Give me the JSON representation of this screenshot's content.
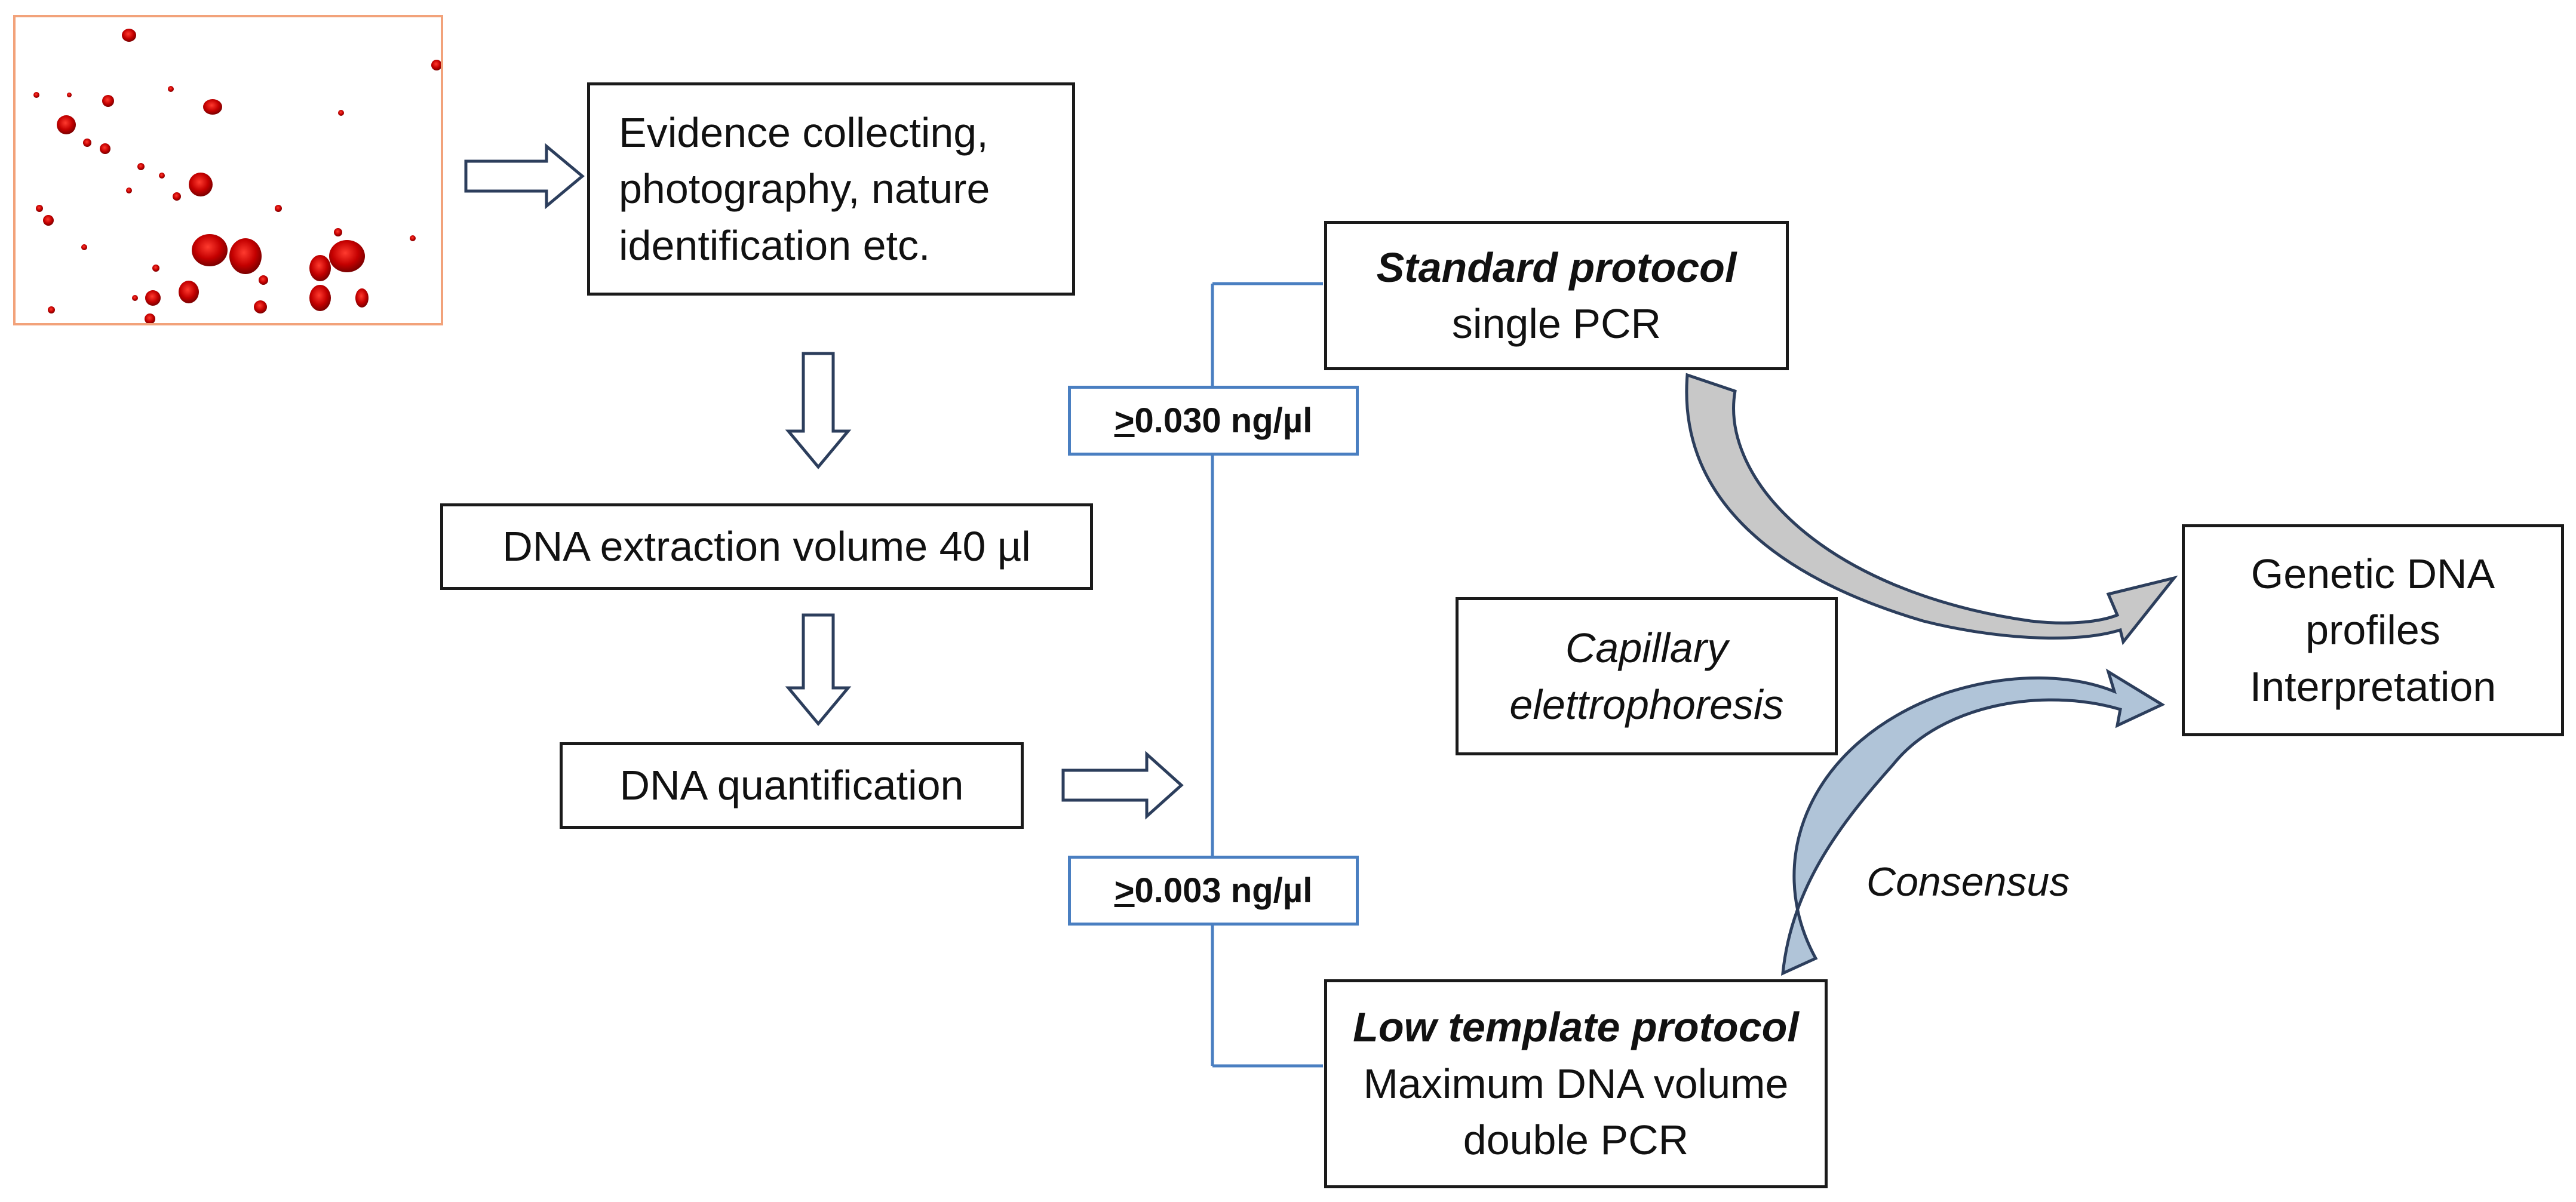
{
  "evidence_box": {
    "lines": [
      "Evidence collecting,",
      "photography, nature",
      "identification etc."
    ]
  },
  "extraction_box": {
    "text": "DNA extraction volume 40 µl"
  },
  "quantification_box": {
    "text": "DNA quantification"
  },
  "threshold_high": {
    "sym": ">",
    "rest": "0.030 ng/µl"
  },
  "threshold_low": {
    "sym": ">",
    "rest": "0.003 ng/µl"
  },
  "standard_box": {
    "title": "Standard protocol",
    "line": "single PCR"
  },
  "lowtemplate_box": {
    "title": "Low template protocol",
    "lines": [
      "Maximum DNA volume",
      "double PCR"
    ]
  },
  "capillary_box": {
    "lines": [
      "Capillary",
      "elettrophoresis"
    ]
  },
  "consensus_label": {
    "text": "Consensus"
  },
  "result_box": {
    "lines": [
      "Genetic DNA",
      "profiles",
      "Interpretation"
    ]
  },
  "colors": {
    "blood": "#cc0000",
    "blue_line": "#4a7fc1",
    "arrow_stroke": "#2c3e5c",
    "curve_fill_top": "#c8c8c8",
    "curve_fill_bottom": "#b0c4d8"
  }
}
